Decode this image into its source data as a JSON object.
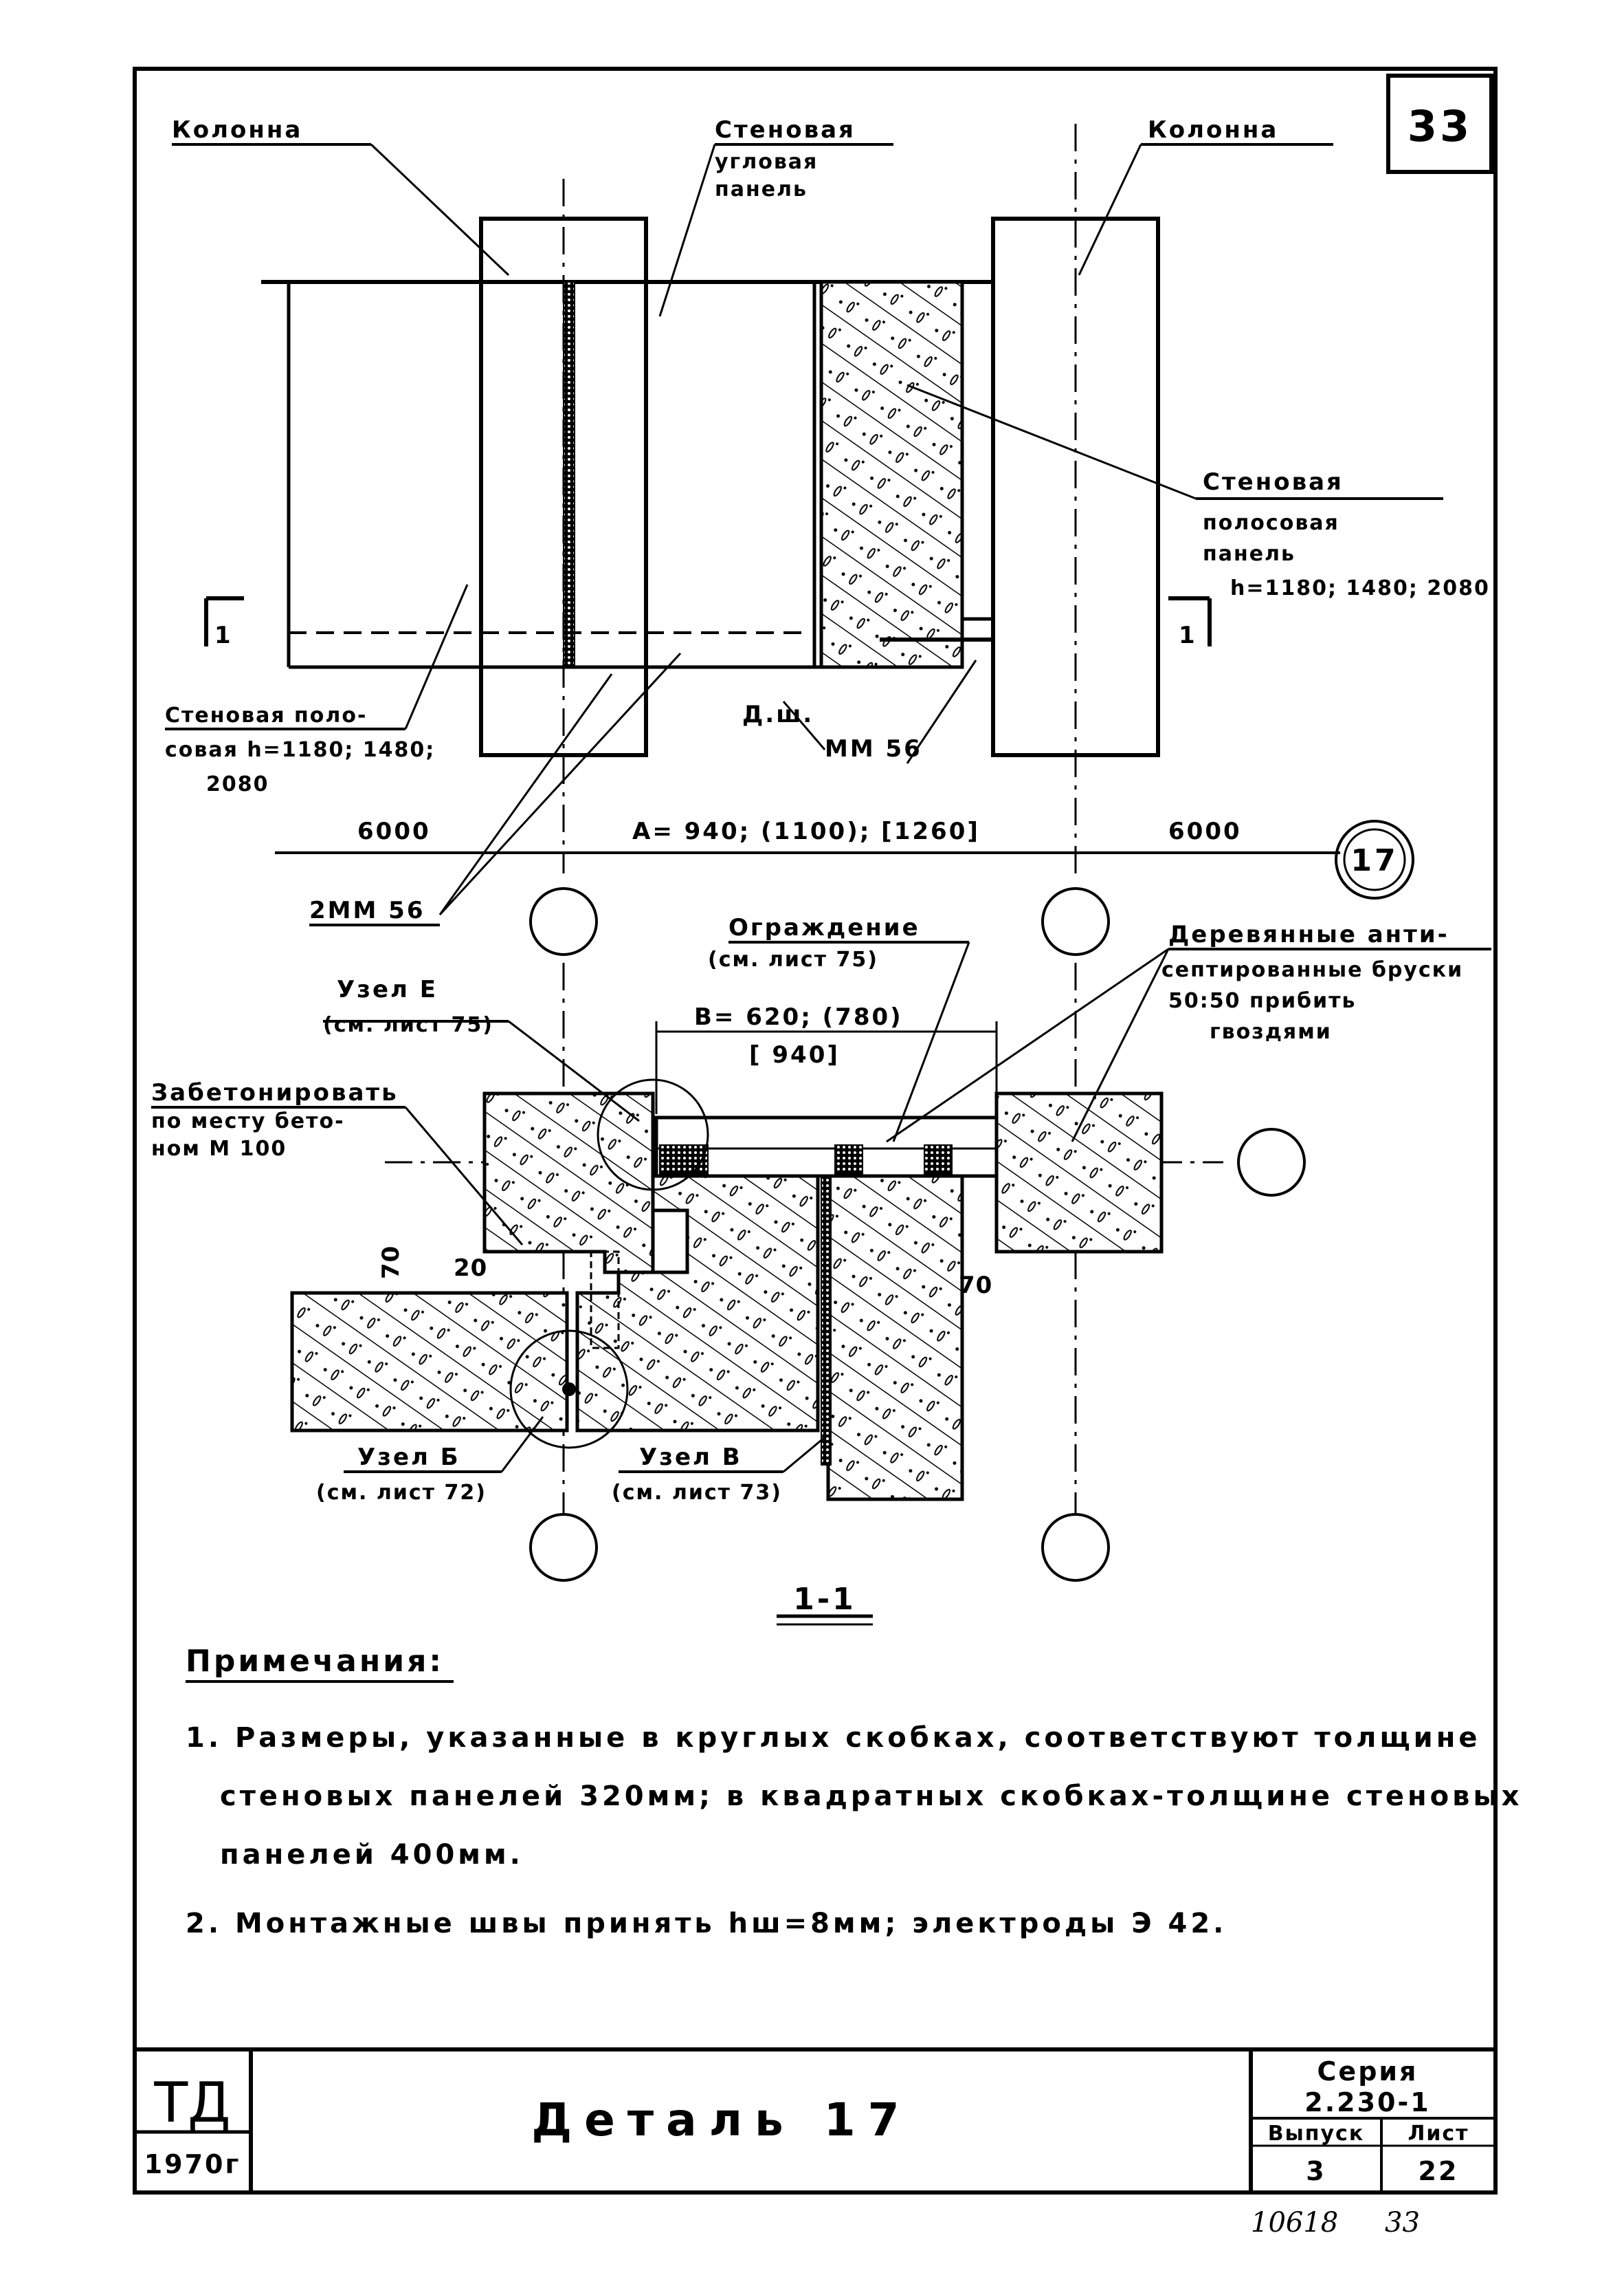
{
  "sheet_number_box": "33",
  "labels": {
    "column_left": "Колонна",
    "column_right": "Колонна",
    "corner_panel_1": "Стеновая",
    "corner_panel_2": "угловая",
    "corner_panel_3": "панель",
    "strip_panel_right_1": "Стеновая",
    "strip_panel_right_2": "полосовая",
    "strip_panel_right_3": "панель",
    "strip_panel_right_4": "h=1180; 1480; 2080",
    "strip_panel_left_1": "Стеновая поло-",
    "strip_panel_left_2": "совая h=1180; 1480;",
    "strip_panel_left_3": "2080",
    "dsh": "Д.ш.",
    "mm56": "ММ 56",
    "two_mm56": "2ММ 56",
    "section_mark_left": "1",
    "section_mark_right": "1",
    "dim_left": "6000",
    "dim_center": "А= 940; (1100); [1260]",
    "dim_right": "6000",
    "detail_circle": "17",
    "fence_1": "Ограждение",
    "fence_2": "(см. лист 75)",
    "wood_1": "Деревянные анти-",
    "wood_2": "септированные бруски",
    "wood_3": "50:50 прибить",
    "wood_4": "гвоздями",
    "dim_b_1": "В= 620; (780)",
    "dim_b_2": "[ 940]",
    "node_e_1": "Узел Е",
    "node_e_2": "(см. лист 75)",
    "concrete_1": "Забетонировать",
    "concrete_2": "по месту бето-",
    "concrete_3": "ном   М 100",
    "dim_70_left": "70",
    "dim_20": "20",
    "dim_70_right": "70",
    "node_b_1": "Узел Б",
    "node_b_2": "(см. лист 72)",
    "node_v_1": "Узел В",
    "node_v_2": "(см. лист 73)",
    "section_title": "1-1"
  },
  "notes": {
    "heading": "Примечания:",
    "items": [
      "1. Размеры, указанные в круглых скобках, соответствуют толщине",
      "стеновых панелей 320мм; в квадратных скобках-толщине стеновых",
      "панелей 400мм.",
      "2. Монтажные швы принять hш=8мм; электроды Э 42."
    ]
  },
  "stamp": {
    "org": "ТД",
    "year": "1970г",
    "title": "Деталь 17",
    "series_label": "Серия",
    "series_value": "2.230-1",
    "issue_label": "Выпуск",
    "issue_value": "3",
    "sheet_label": "Лист",
    "sheet_value": "22"
  },
  "handwritten": {
    "inventory": "10618",
    "page": "33"
  },
  "colors": {
    "ink": "#000000",
    "paper": "#ffffff"
  }
}
